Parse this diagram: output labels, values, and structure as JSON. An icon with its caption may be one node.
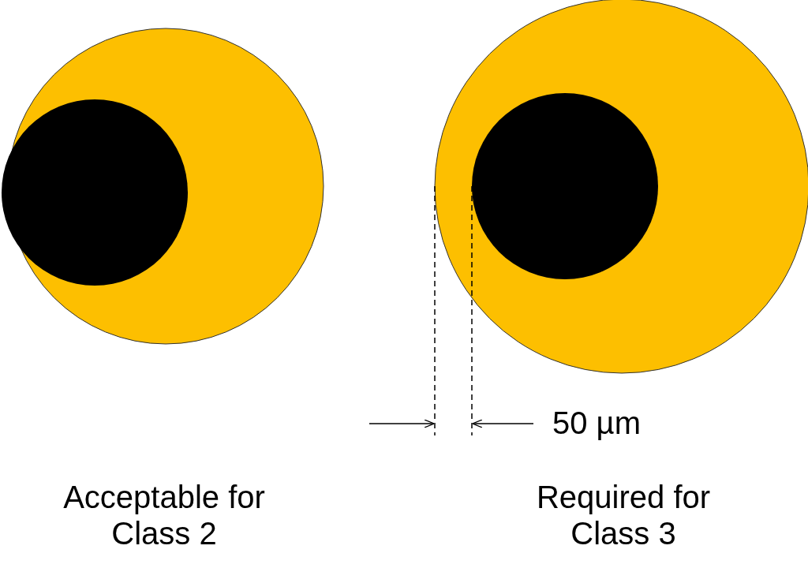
{
  "diagram": {
    "labels": [
      "50 µm",
      "Acceptable for Class 2",
      "Required for Class 3"
    ]
  }
}
